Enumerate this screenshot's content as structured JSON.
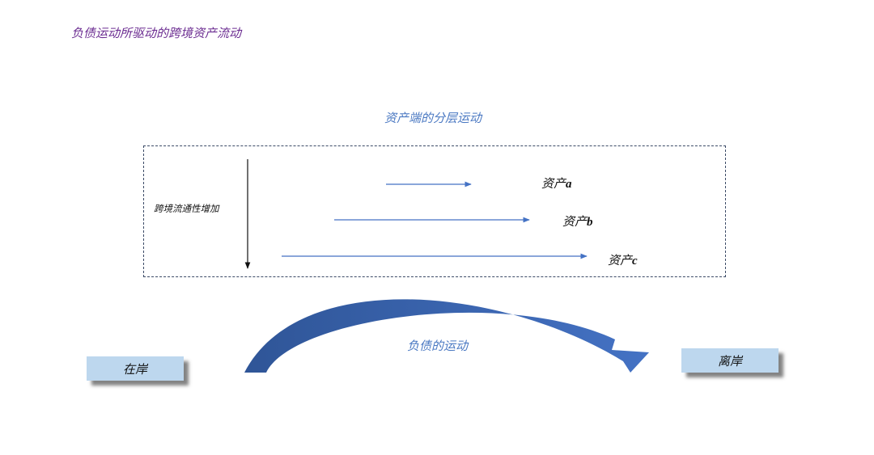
{
  "slide": {
    "title": "负债运动所驱动的跨境资产流动"
  },
  "assets_section": {
    "title": "资产端的分层运动",
    "axis_label": "跨境流通性增加",
    "assets": [
      {
        "prefix": "资产",
        "suffix": "a"
      },
      {
        "prefix": "资产",
        "suffix": "b"
      },
      {
        "prefix": "资产",
        "suffix": "c"
      }
    ]
  },
  "liabilities": {
    "label": "负债的运动",
    "onshore": "在岸",
    "offshore": "离岸"
  },
  "colors": {
    "title": "#6b2c91",
    "accent_blue": "#4a78c2",
    "arrow_blue": "#4472c4",
    "shore_fill": "#bdd7ee",
    "box_border": "#3b4a66"
  }
}
